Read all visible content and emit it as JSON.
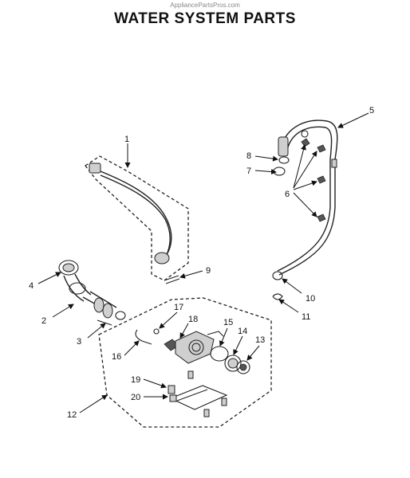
{
  "watermark": "AppliancePartsPros.com",
  "title": "WATER SYSTEM PARTS",
  "callouts": [
    "1",
    "2",
    "3",
    "4",
    "5",
    "6",
    "7",
    "8",
    "9",
    "10",
    "11",
    "12",
    "13",
    "14",
    "15",
    "16",
    "17",
    "18",
    "19",
    "20"
  ]
}
